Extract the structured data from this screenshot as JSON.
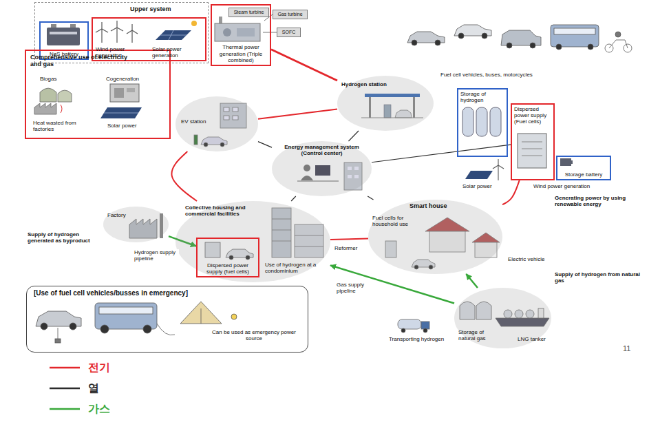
{
  "diagram": {
    "nodes": [
      {
        "text": [
          "Upper system"
        ]
      },
      {
        "text": [
          "NaS battery"
        ],
        "in": 0
      },
      {
        "text": [
          "Wind power generation",
          "Solar power generation"
        ],
        "in": 0
      },
      {
        "text": [
          "Thermal power generation (Triple combined)"
        ]
      },
      {
        "text": [
          "Steam turbine"
        ],
        "in": 3
      },
      {
        "text": [
          "Gas turbine"
        ]
      },
      {
        "text": [
          "SOFC"
        ]
      },
      {
        "text": [
          "Comprehensive use of electricity and gas",
          "Biogas",
          "Cogeneration",
          "Heat wasted from factories",
          "Solar power"
        ]
      },
      {
        "text": [
          "EV station"
        ]
      },
      {
        "text": [
          "Hydrogen station"
        ]
      },
      {
        "text": [
          "Storage of hydrogen"
        ]
      },
      {
        "text": [
          "Dispersed power supply (Fuel cells)"
        ]
      },
      {
        "text": [
          "Storage battery"
        ]
      },
      {
        "text": [
          "Energy management system (Control center)"
        ]
      },
      {
        "text": [
          "Collective housing and commercial facilities",
          "Use of hydrogen at a condominium"
        ]
      },
      {
        "text": [
          "Dispersed power supply (fuel cells)"
        ],
        "in": 14
      },
      {
        "text": [
          "Smart house",
          "Fuel cells for household use"
        ]
      },
      {
        "text": [
          "Factory"
        ]
      },
      {
        "text": [
          "Storage of natural gas",
          "LNG tanker"
        ]
      },
      {
        "text": [
          "[Use of fuel cell vehicles/busses in emergency]",
          "Can be used as emergency power source"
        ]
      }
    ],
    "edges": [
      {
        "from": 3,
        "to": 9,
        "arrow": "none"
      },
      {
        "from": 8,
        "to": 9,
        "arrow": "none"
      },
      {
        "from": 8,
        "to": 14,
        "arrow": "none"
      },
      {
        "from": 14,
        "to": 16,
        "arrow": "none"
      },
      {
        "from": 16,
        "to": 11,
        "arrow": "none"
      },
      {
        "from": 13,
        "to": 8,
        "arrow": "none"
      },
      {
        "from": 13,
        "to": 9,
        "arrow": "none"
      },
      {
        "from": 13,
        "to": 14,
        "arrow": "none"
      },
      {
        "from": 13,
        "to": 16,
        "arrow": "none"
      },
      {
        "from": 13,
        "to": 11,
        "arrow": "none"
      },
      {
        "from": 17,
        "to": 15,
        "arrow": "to",
        "label": "Hydrogen supply pipeline"
      },
      {
        "from": 18,
        "to": 16,
        "arrow": "to"
      },
      {
        "from": 18,
        "to": 14,
        "arrow": "to",
        "label": "Gas supply pipeline"
      }
    ],
    "labels": [
      "Fuel cell vehicles, buses, motorcycles",
      "Solar power",
      "Wind power generation",
      "Generating power by using renewable energy",
      "Electric vehicle",
      "Reformer",
      "Supply of hydrogen generated as byproduct",
      "Supply of hydrogen from natural gas",
      "Transporting hydrogen",
      "11"
    ],
    "legend": [
      {
        "text": "전기"
      },
      {
        "text": "열"
      },
      {
        "text": "가스"
      }
    ]
  }
}
